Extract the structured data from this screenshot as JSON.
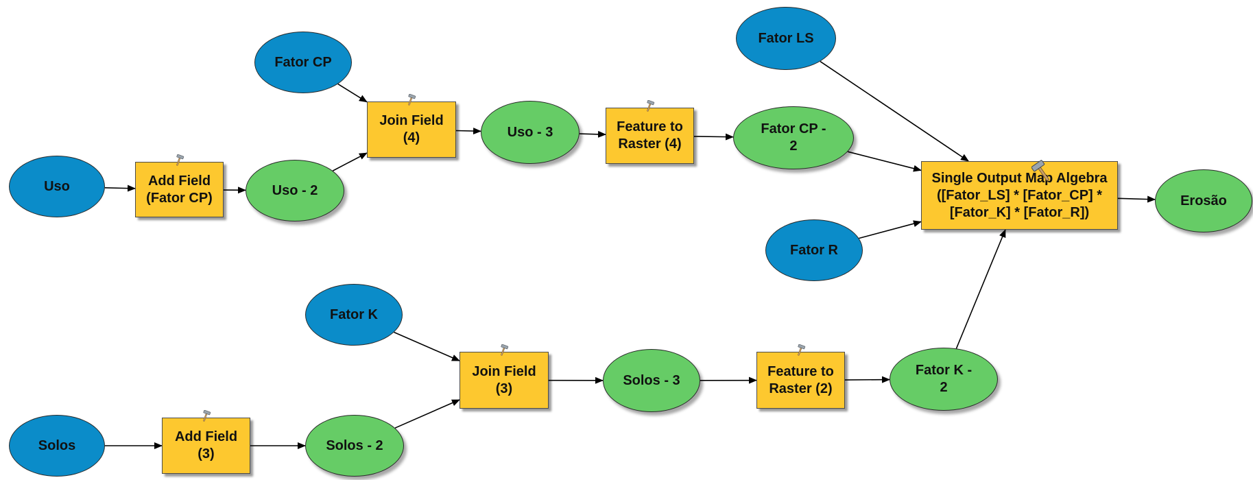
{
  "diagram": {
    "edge_color": "#000000",
    "colors": {
      "input": "#0b8cc9",
      "intermediate": "#66cc66",
      "tool": "#fdc82f"
    },
    "tool_icon": "hammer-icon",
    "nodes": [
      {
        "id": "uso",
        "kind": "input",
        "label": "Uso"
      },
      {
        "id": "add_field_cp",
        "kind": "tool",
        "label": "Add Field\n(Fator CP)"
      },
      {
        "id": "uso_2",
        "kind": "intermediate",
        "label": "Uso - 2"
      },
      {
        "id": "fator_cp",
        "kind": "input",
        "label": "Fator CP"
      },
      {
        "id": "join_field_4",
        "kind": "tool",
        "label": "Join Field\n(4)"
      },
      {
        "id": "uso_3",
        "kind": "intermediate",
        "label": "Uso - 3"
      },
      {
        "id": "feature_raster_4",
        "kind": "tool",
        "label": "Feature to\nRaster (4)"
      },
      {
        "id": "fator_cp_2",
        "kind": "intermediate",
        "label": "Fator CP -\n2"
      },
      {
        "id": "fator_ls",
        "kind": "input",
        "label": "Fator LS"
      },
      {
        "id": "fator_r",
        "kind": "input",
        "label": "Fator R"
      },
      {
        "id": "map_algebra",
        "kind": "tool",
        "label": "Single Output Map Algebra\n([Fator_LS] * [Fator_CP] *\n[Fator_K] * [Fator_R])"
      },
      {
        "id": "erosao",
        "kind": "intermediate",
        "label": "Erosão"
      },
      {
        "id": "fator_k",
        "kind": "input",
        "label": "Fator K"
      },
      {
        "id": "solos",
        "kind": "input",
        "label": "Solos"
      },
      {
        "id": "add_field_3",
        "kind": "tool",
        "label": "Add Field\n(3)"
      },
      {
        "id": "solos_2",
        "kind": "intermediate",
        "label": "Solos - 2"
      },
      {
        "id": "join_field_3",
        "kind": "tool",
        "label": "Join Field\n(3)"
      },
      {
        "id": "solos_3",
        "kind": "intermediate",
        "label": "Solos - 3"
      },
      {
        "id": "feature_raster_2",
        "kind": "tool",
        "label": "Feature to\nRaster (2)"
      },
      {
        "id": "fator_k_2",
        "kind": "intermediate",
        "label": "Fator K -\n2"
      }
    ],
    "edges": [
      {
        "from": "uso",
        "to": "add_field_cp"
      },
      {
        "from": "add_field_cp",
        "to": "uso_2"
      },
      {
        "from": "uso_2",
        "to": "join_field_4"
      },
      {
        "from": "fator_cp",
        "to": "join_field_4"
      },
      {
        "from": "join_field_4",
        "to": "uso_3"
      },
      {
        "from": "uso_3",
        "to": "feature_raster_4"
      },
      {
        "from": "feature_raster_4",
        "to": "fator_cp_2"
      },
      {
        "from": "fator_ls",
        "to": "map_algebra"
      },
      {
        "from": "fator_cp_2",
        "to": "map_algebra"
      },
      {
        "from": "fator_r",
        "to": "map_algebra"
      },
      {
        "from": "fator_k_2",
        "to": "map_algebra"
      },
      {
        "from": "map_algebra",
        "to": "erosao"
      },
      {
        "from": "solos",
        "to": "add_field_3"
      },
      {
        "from": "add_field_3",
        "to": "solos_2"
      },
      {
        "from": "solos_2",
        "to": "join_field_3"
      },
      {
        "from": "fator_k",
        "to": "join_field_3"
      },
      {
        "from": "join_field_3",
        "to": "solos_3"
      },
      {
        "from": "solos_3",
        "to": "feature_raster_2"
      },
      {
        "from": "feature_raster_2",
        "to": "fator_k_2"
      }
    ]
  }
}
